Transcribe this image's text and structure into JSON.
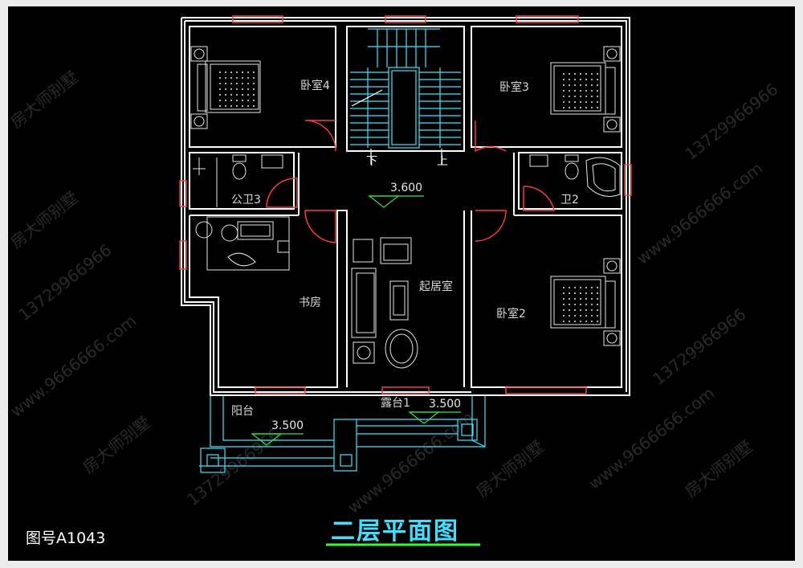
{
  "plan": {
    "title": "二层平面图",
    "drawing_number": "图号A1043",
    "rooms": {
      "bedroom4": "卧室4",
      "bedroom3": "卧室3",
      "bedroom2": "卧室2",
      "public_bath3": "公卫3",
      "bath2": "卫2",
      "study": "书房",
      "living": "起居室",
      "balcony": "阳台",
      "terrace1": "露台1"
    },
    "stairs": {
      "down": "下",
      "up": "上"
    },
    "elevations": {
      "hall": "3.600",
      "balcony": "3.500",
      "terrace": "3.500"
    },
    "watermarks": [
      "房大师别墅",
      "13729966966",
      "www.9666666.com"
    ]
  },
  "colors": {
    "wall": "#ffffff",
    "window": "#ff3b3b",
    "stair": "#39e6ff",
    "furniture": "#e6e6e6",
    "title": "#3fe0ff",
    "underline": "#32ff32",
    "background": "#000000"
  }
}
